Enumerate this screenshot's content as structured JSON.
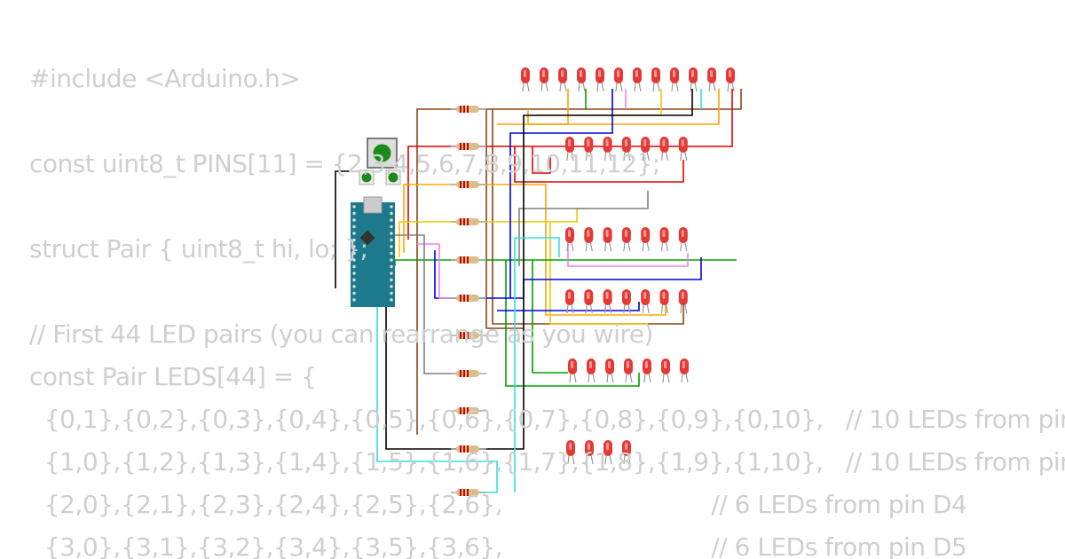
{
  "code_lines": [
    "#include <Arduino.h>",
    "const uint8_t PINS[11] = {2,3,4,5,6,7,8,9,10,11,12};",
    "struct Pair { uint8_t hi, lo; };",
    "// First 44 LED pairs (you can rearrange as you wire)",
    "const Pair LEDS[44] = {",
    "  {0,1},{0,2},{0,3},{0,4},{0,5},{0,6},{0,7},{0,8},{0,9},{0,10},   // 10 LEDs from pin",
    "  {1,0},{1,2},{1,3},{1,4},{1,5},{1,6},{1,7},{1,8},{1,9},{1,10},   // 10 LEDs from pin",
    "  {2,0},{2,1},{2,3},{2,4},{2,5},{2,6},                            // 6 LEDs from pin D4",
    "  {3,0},{3,1},{3,2},{3,4},{3,5},{3,6},                            // 6 LEDs from pin D5"
  ],
  "colors": {
    "code_text": "#cfcfcf",
    "led": "#e53935",
    "board": "#1c7a8c",
    "button": "#1a8a1a",
    "wires": [
      "#8b4513",
      "#e00000",
      "#ffa500",
      "#f0c800",
      "#00a000",
      "#0000e0",
      "#ee82ee",
      "#808080",
      "#000000",
      "#30e0e0"
    ]
  },
  "led_rows": [
    12,
    7,
    7,
    7,
    7,
    4
  ]
}
